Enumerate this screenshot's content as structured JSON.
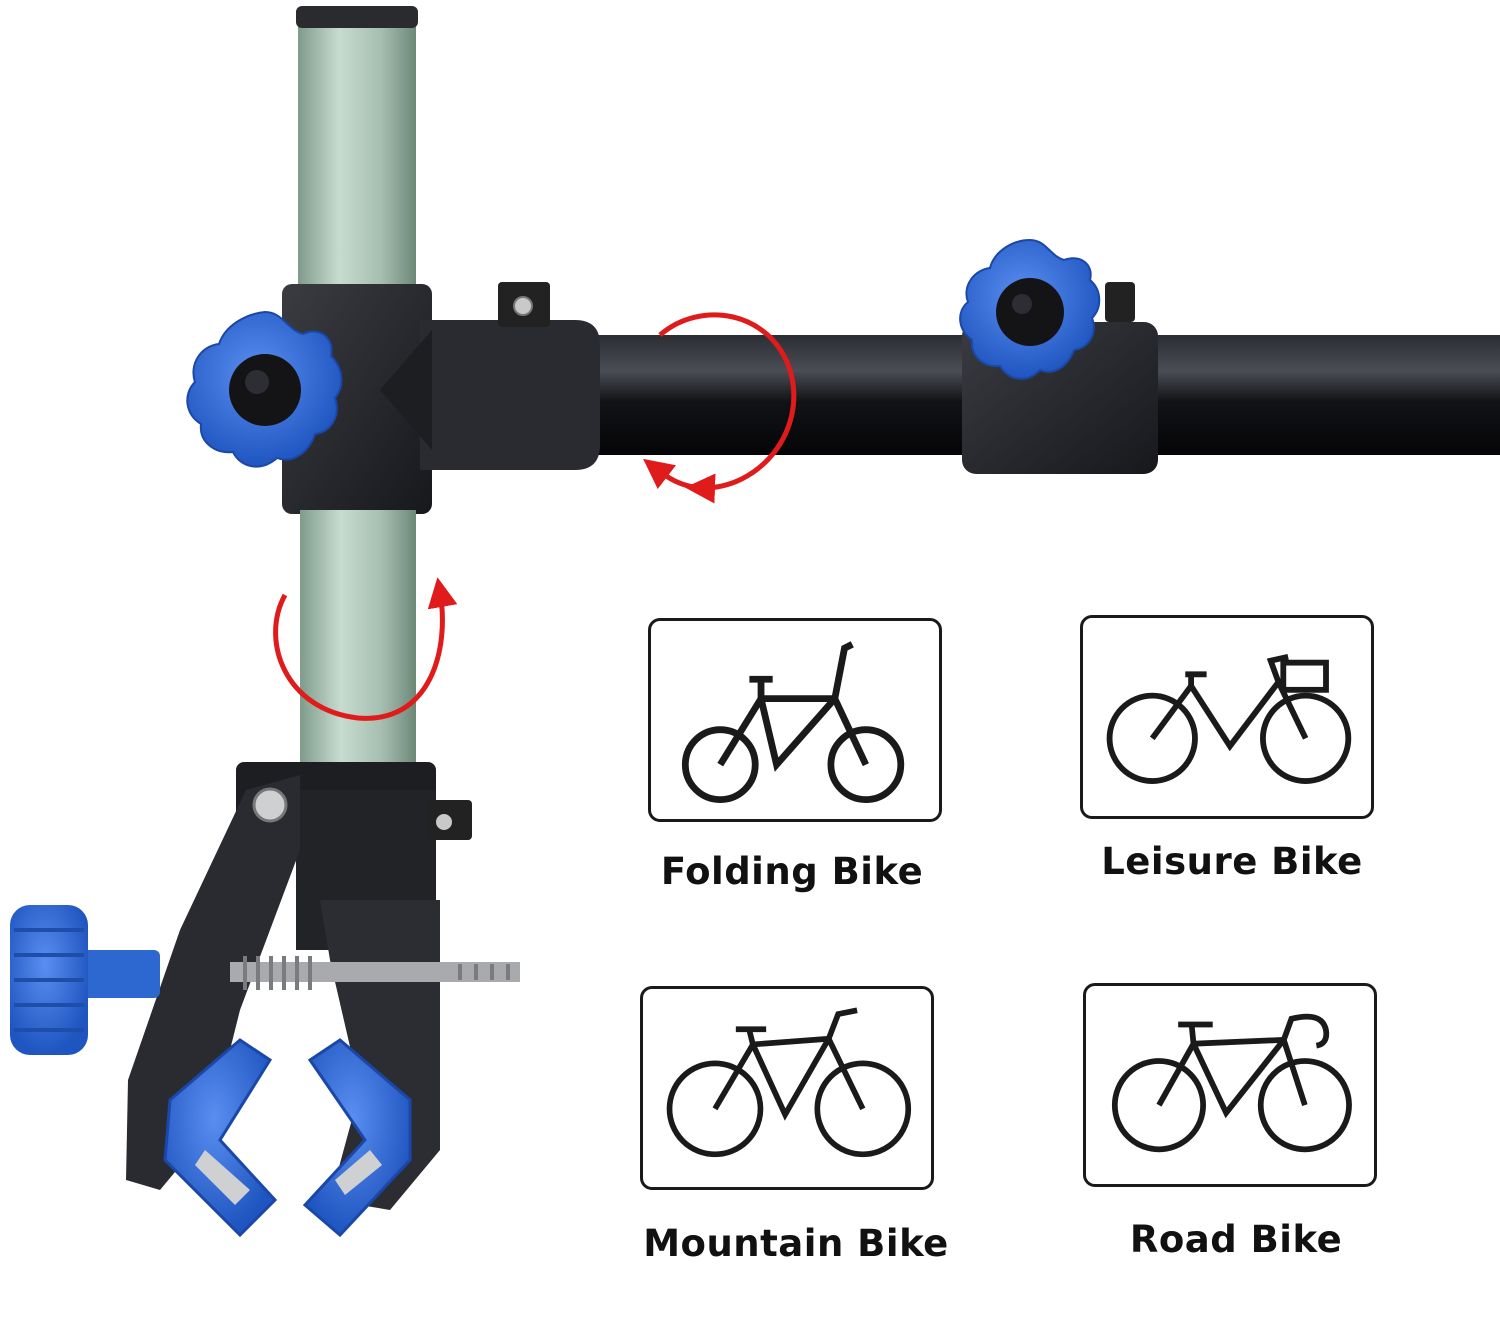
{
  "colors": {
    "background": "#ffffff",
    "tube_black": "#15161a",
    "tube_green": "#a9c3b4",
    "knob_blue": "#2f6bd8",
    "arrow_red": "#e01b1b",
    "frame_line": "#1a1a1a"
  },
  "icons": {
    "rotation_arrow": "circular-arrow-icon",
    "knob": "star-knob-icon"
  },
  "bike_types": [
    {
      "id": "folding",
      "label": "Folding Bike",
      "icon": "folding-bike-icon"
    },
    {
      "id": "leisure",
      "label": "Leisure Bike",
      "icon": "leisure-bike-icon"
    },
    {
      "id": "mountain",
      "label": "Mountain Bike",
      "icon": "mountain-bike-icon"
    },
    {
      "id": "road",
      "label": "Road Bike",
      "icon": "road-bike-icon"
    }
  ]
}
